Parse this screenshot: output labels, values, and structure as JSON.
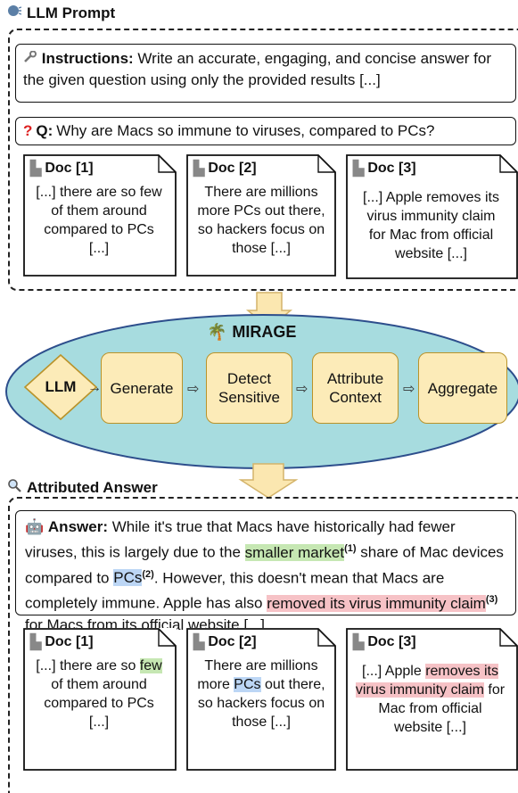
{
  "prompt_section": {
    "title": "LLM Prompt",
    "instructions_label": "Instructions:",
    "instructions_text": "Write an accurate, engaging, and concise answer for the given question using only the provided results [...]",
    "q_label": "Q:",
    "q_text": "Why are Macs so immune to viruses, compared to PCs?",
    "docs": [
      {
        "label": "Doc [1]",
        "text": "[...] there are so few of them around compared to PCs [...]"
      },
      {
        "label": "Doc [2]",
        "text": "There are millions more PCs out there, so hackers focus on those [...]"
      },
      {
        "label": "Doc [3]",
        "text": "[...] Apple removes its virus immunity claim for Mac from official website [...]"
      }
    ]
  },
  "pipeline": {
    "title": "MIRAGE",
    "llm": "LLM",
    "steps": [
      "Generate",
      "Detect Sensitive",
      "Attribute Context",
      "Aggregate"
    ]
  },
  "answer_section": {
    "title": "Attributed Answer",
    "answer_label": "Answer:",
    "a1": "While it's true that Macs have historically had fewer viruses, this is largely due to the",
    "h1": "smaller market",
    "s1": "(1)",
    "a2": "share of Mac devices compared to",
    "h2": "PCs",
    "s2": "(2)",
    "a3": ". However, this doesn't mean that Macs are completely immune. Apple has also",
    "h3": "removed its virus immunity claim",
    "s3": "(3)",
    "a4": "for Macs from its official website [...]",
    "docs": [
      {
        "label": "Doc [1]",
        "pre": "[...] there are so",
        "hl": "few",
        "post": "of them around compared to PCs [...]"
      },
      {
        "label": "Doc [2]",
        "pre": "There are millions more",
        "hl": "PCs",
        "post": "out there, so hackers focus on those [...]"
      },
      {
        "label": "Doc [3]",
        "pre": "[...] Apple",
        "hl": "removes its virus immunity claim",
        "post": "for Mac from official website [...]"
      }
    ]
  },
  "colors": {
    "ellipse_fill": "#a7dcdf",
    "pill_fill": "#fcebb8",
    "pill_border": "#b9932a",
    "highlight_green": "#c6e7b3",
    "highlight_blue": "#bcd6f5",
    "highlight_red": "#f6c2c6"
  }
}
